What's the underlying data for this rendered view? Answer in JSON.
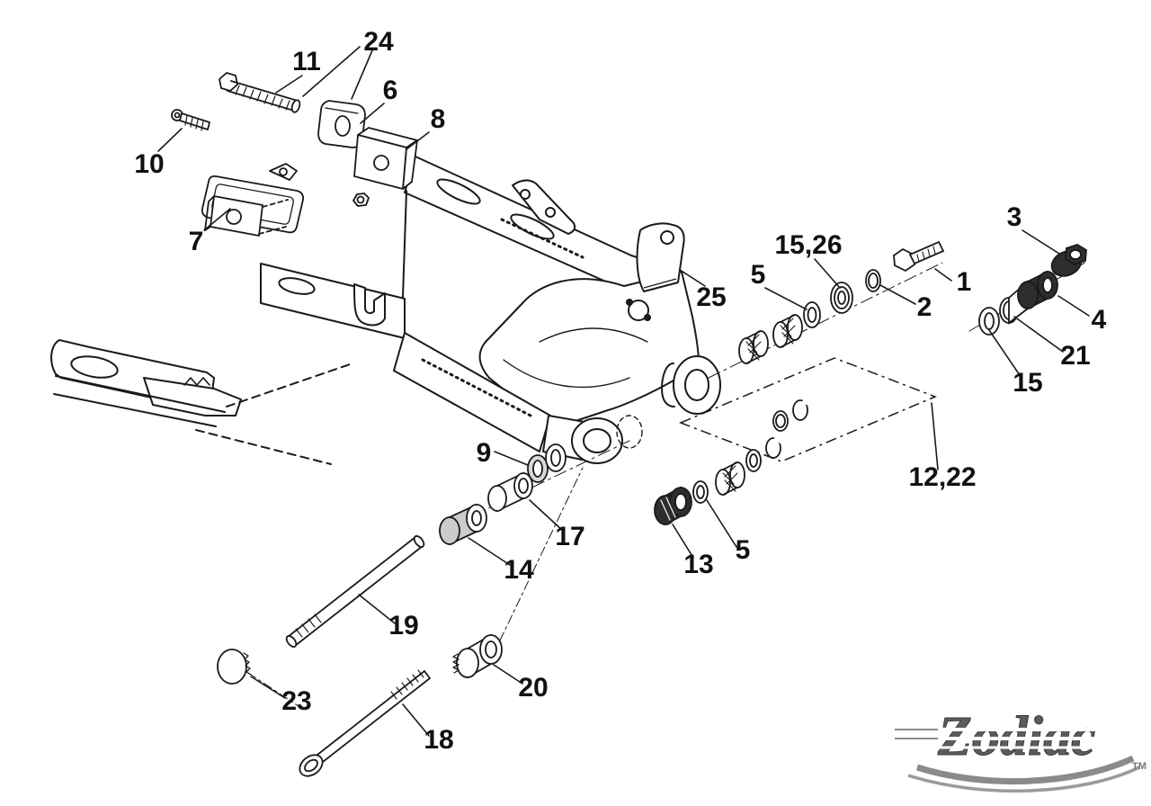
{
  "labels": {
    "l24": "24",
    "l11": "11",
    "l6": "6",
    "l8": "8",
    "l10": "10",
    "l7": "7",
    "l25": "25",
    "l15_26": "15,26",
    "l5a": "5",
    "l2": "2",
    "l1": "1",
    "l3": "3",
    "l4": "4",
    "l21": "21",
    "l15b": "15",
    "l9": "9",
    "l12_22": "12,22",
    "l17": "17",
    "l14": "14",
    "l13": "13",
    "l5b": "5",
    "l19": "19",
    "l23": "23",
    "l20": "20",
    "l18": "18"
  },
  "logo": {
    "brand": "Zodiac",
    "tm": "TM"
  },
  "colors": {
    "ink": "#1a1a1a",
    "dark_part": "#2e2e2e",
    "logo_gray": "#5c5c5c"
  }
}
